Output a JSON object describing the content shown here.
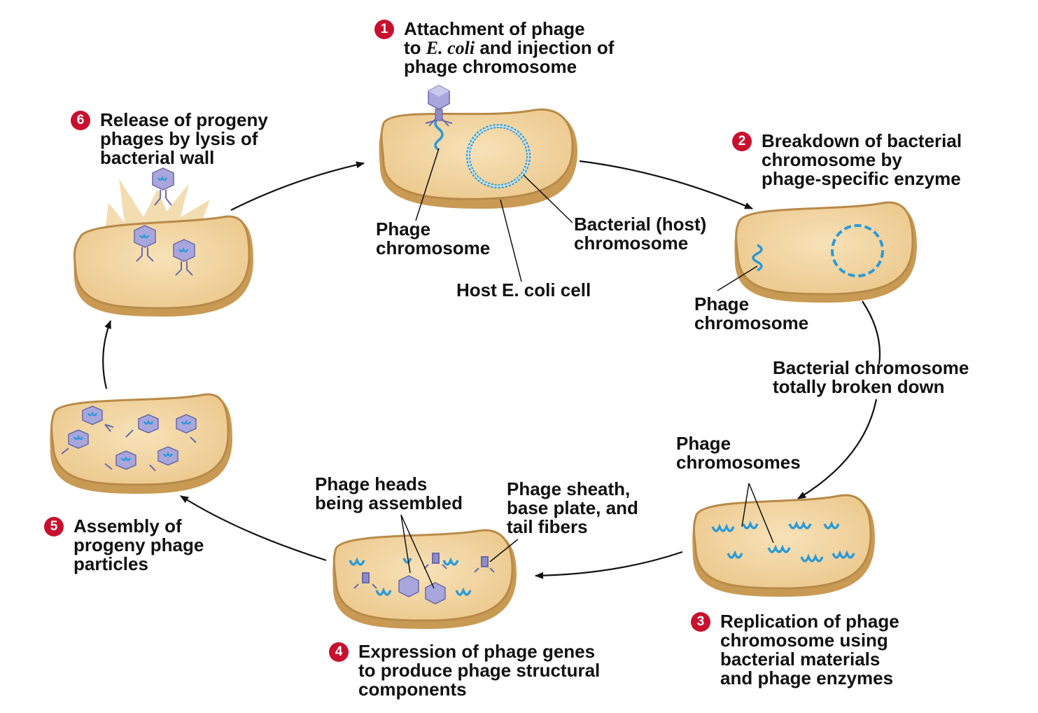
{
  "steps": [
    {
      "number": "1",
      "lines": [
        "Attachment of phage",
        "to ",
        "phage chromosome"
      ],
      "italic": "E. coli",
      "after_italic": " and injection of"
    },
    {
      "number": "2",
      "lines": [
        "Breakdown of bacterial",
        "chromosome by",
        "phage-specific enzyme"
      ]
    },
    {
      "number": "3",
      "lines": [
        "Replication of phage",
        "chromosome using",
        "bacterial materials",
        "and phage enzymes"
      ]
    },
    {
      "number": "4",
      "lines": [
        "Expression of phage genes",
        "to produce phage structural",
        "components"
      ]
    },
    {
      "number": "5",
      "lines": [
        "Assembly of",
        "progeny phage",
        "particles"
      ]
    },
    {
      "number": "6",
      "lines": [
        "Release of progeny",
        "phages by lysis of",
        "bacterial wall"
      ]
    }
  ],
  "labels": {
    "phage_chromosome_1": [
      "Phage",
      "chromosome"
    ],
    "host_chromosome": [
      "Bacterial (host)",
      "chromosome"
    ],
    "host_cell": [
      "Host E. coli cell"
    ],
    "phage_chromosome_2": [
      "Phage",
      "chromosome"
    ],
    "totally_broken": [
      "Bacterial chromosome",
      "totally broken down"
    ],
    "phage_chromosomes_3": [
      "Phage",
      "chromosomes"
    ],
    "phage_heads": [
      "Phage heads",
      "being assembled"
    ],
    "sheath": [
      "Phage sheath,",
      "base plate, and",
      "tail fibers"
    ]
  },
  "colors": {
    "cell_fill": "#f2d7a6",
    "cell_rim": "#c99a54",
    "chromosome": "#2a9ad8",
    "phage_head": "#a8a6dc",
    "badge": "#c8102e",
    "arrow": "#111111"
  }
}
